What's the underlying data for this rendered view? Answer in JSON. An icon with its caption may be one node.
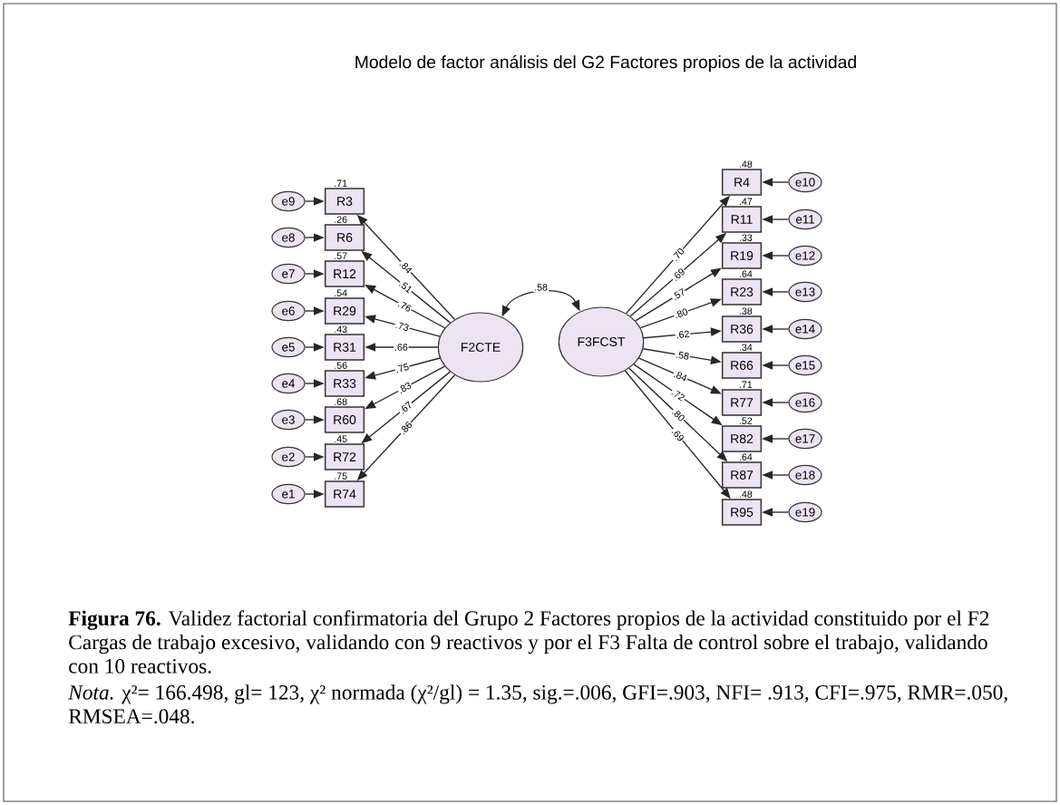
{
  "diagram": {
    "title": "Modelo de factor análisis del G2 Factores propios de la actividad",
    "caption": "**Figura 76.** Validez factorial confirmatoria del Grupo 2 Factores propios de la actividad constituido por el F2 Cargas de trabajo excesivo, validando con 9 reactivos y por el F3 Falta de control sobre el trabajo, validando con 10 reactivos.",
    "nodes": [
      {
        "text": [
          "e9"
        ]
      },
      {
        "text": [
          "e8"
        ]
      },
      {
        "text": [
          "e7"
        ]
      },
      {
        "text": [
          "e6"
        ]
      },
      {
        "text": [
          "e5"
        ]
      },
      {
        "text": [
          "e4"
        ]
      },
      {
        "text": [
          "e3"
        ]
      },
      {
        "text": [
          "e2"
        ]
      },
      {
        "text": [
          "e1"
        ]
      },
      {
        "text": [
          "R3"
        ],
        "beside": [
          ".71"
        ]
      },
      {
        "text": [
          "R6"
        ],
        "beside": [
          ".26"
        ]
      },
      {
        "text": [
          "R12"
        ],
        "beside": [
          ".57"
        ]
      },
      {
        "text": [
          "R29"
        ],
        "beside": [
          ".54"
        ]
      },
      {
        "text": [
          "R31"
        ],
        "beside": [
          ".43"
        ]
      },
      {
        "text": [
          "R33"
        ],
        "beside": [
          ".56"
        ]
      },
      {
        "text": [
          "R60"
        ],
        "beside": [
          ".68"
        ]
      },
      {
        "text": [
          "R72"
        ],
        "beside": [
          ".45"
        ]
      },
      {
        "text": [
          "R74"
        ],
        "beside": [
          ".75"
        ]
      },
      {
        "text": [
          "F2CTE"
        ]
      },
      {
        "text": [
          "F3FCST"
        ]
      },
      {
        "text": [
          "R4"
        ],
        "beside": [
          ".48"
        ]
      },
      {
        "text": [
          "R11"
        ],
        "beside": [
          ".47"
        ]
      },
      {
        "text": [
          "R19"
        ],
        "beside": [
          ".33"
        ]
      },
      {
        "text": [
          "R23"
        ],
        "beside": [
          ".64"
        ]
      },
      {
        "text": [
          "R36"
        ],
        "beside": [
          ".38"
        ]
      },
      {
        "text": [
          "R66"
        ],
        "beside": [
          ".34"
        ]
      },
      {
        "text": [
          "R77"
        ],
        "beside": [
          ".71"
        ]
      },
      {
        "text": [
          "R82"
        ],
        "beside": [
          ".52"
        ]
      },
      {
        "text": [
          "R87"
        ],
        "beside": [
          ".64"
        ]
      },
      {
        "text": [
          "R95"
        ],
        "beside": [
          ".48"
        ]
      },
      {
        "text": [
          "e10"
        ]
      },
      {
        "text": [
          "e11"
        ]
      },
      {
        "text": [
          "e12"
        ]
      },
      {
        "text": [
          "e13"
        ]
      },
      {
        "text": [
          "e14"
        ]
      },
      {
        "text": [
          "e15"
        ]
      },
      {
        "text": [
          "e16"
        ]
      },
      {
        "text": [
          "e17"
        ]
      },
      {
        "text": [
          "e18"
        ]
      },
      {
        "text": [
          "e19"
        ]
      }
    ],
    "edges": [
      {
        "from": 0,
        "to": 9,
        "arrow": "to"
      },
      {
        "from": 1,
        "to": 10,
        "arrow": "to"
      },
      {
        "from": 2,
        "to": 11,
        "arrow": "to"
      },
      {
        "from": 3,
        "to": 12,
        "arrow": "to"
      },
      {
        "from": 4,
        "to": 13,
        "arrow": "to"
      },
      {
        "from": 5,
        "to": 14,
        "arrow": "to"
      },
      {
        "from": 6,
        "to": 15,
        "arrow": "to"
      },
      {
        "from": 7,
        "to": 16,
        "arrow": "to"
      },
      {
        "from": 8,
        "to": 17,
        "arrow": "to"
      },
      {
        "from": 18,
        "to": 9,
        "arrow": "to",
        "label": ".84"
      },
      {
        "from": 18,
        "to": 10,
        "arrow": "to",
        "label": ".51"
      },
      {
        "from": 18,
        "to": 11,
        "arrow": "to",
        "label": ".76"
      },
      {
        "from": 18,
        "to": 12,
        "arrow": "to",
        "label": ".73"
      },
      {
        "from": 18,
        "to": 13,
        "arrow": "to",
        "label": ".66"
      },
      {
        "from": 18,
        "to": 14,
        "arrow": "to",
        "label": ".75"
      },
      {
        "from": 18,
        "to": 15,
        "arrow": "to",
        "label": ".83"
      },
      {
        "from": 18,
        "to": 16,
        "arrow": "to",
        "label": ".67"
      },
      {
        "from": 18,
        "to": 17,
        "arrow": "to",
        "label": ".86"
      },
      {
        "from": 18,
        "to": 19,
        "arrow": "both",
        "label": ".58"
      },
      {
        "from": 19,
        "to": 20,
        "arrow": "to",
        "label": ".70"
      },
      {
        "from": 19,
        "to": 21,
        "arrow": "to",
        "label": ".69"
      },
      {
        "from": 19,
        "to": 22,
        "arrow": "to",
        "label": ".57"
      },
      {
        "from": 19,
        "to": 23,
        "arrow": "to",
        "label": ".80"
      },
      {
        "from": 19,
        "to": 24,
        "arrow": "to",
        "label": ".62"
      },
      {
        "from": 19,
        "to": 25,
        "arrow": "to",
        "label": ".58"
      },
      {
        "from": 19,
        "to": 26,
        "arrow": "to",
        "label": ".84"
      },
      {
        "from": 19,
        "to": 27,
        "arrow": "to",
        "label": ".72"
      },
      {
        "from": 19,
        "to": 28,
        "arrow": "to",
        "label": ".80"
      },
      {
        "from": 19,
        "to": 29,
        "arrow": "to",
        "label": ".69"
      },
      {
        "from": 30,
        "to": 20,
        "arrow": "to"
      },
      {
        "from": 31,
        "to": 21,
        "arrow": "to"
      },
      {
        "from": 32,
        "to": 22,
        "arrow": "to"
      },
      {
        "from": 33,
        "to": 23,
        "arrow": "to"
      },
      {
        "from": 34,
        "to": 24,
        "arrow": "to"
      },
      {
        "from": 35,
        "to": 25,
        "arrow": "to"
      },
      {
        "from": 36,
        "to": 26,
        "arrow": "to"
      },
      {
        "from": 37,
        "to": 27,
        "arrow": "to"
      },
      {
        "from": 38,
        "to": 28,
        "arrow": "to"
      },
      {
        "from": 39,
        "to": 29,
        "arrow": "to"
      }
    ],
    "labels": [
      "*Nota.* χ²= 166.498, gl= 123, χ² normada (χ²/gl) = 1.35, sig.=.006, GFI=.903, NFI= .913, CFI=.975, RMR=.050, RMSEA=.048."
    ]
  }
}
